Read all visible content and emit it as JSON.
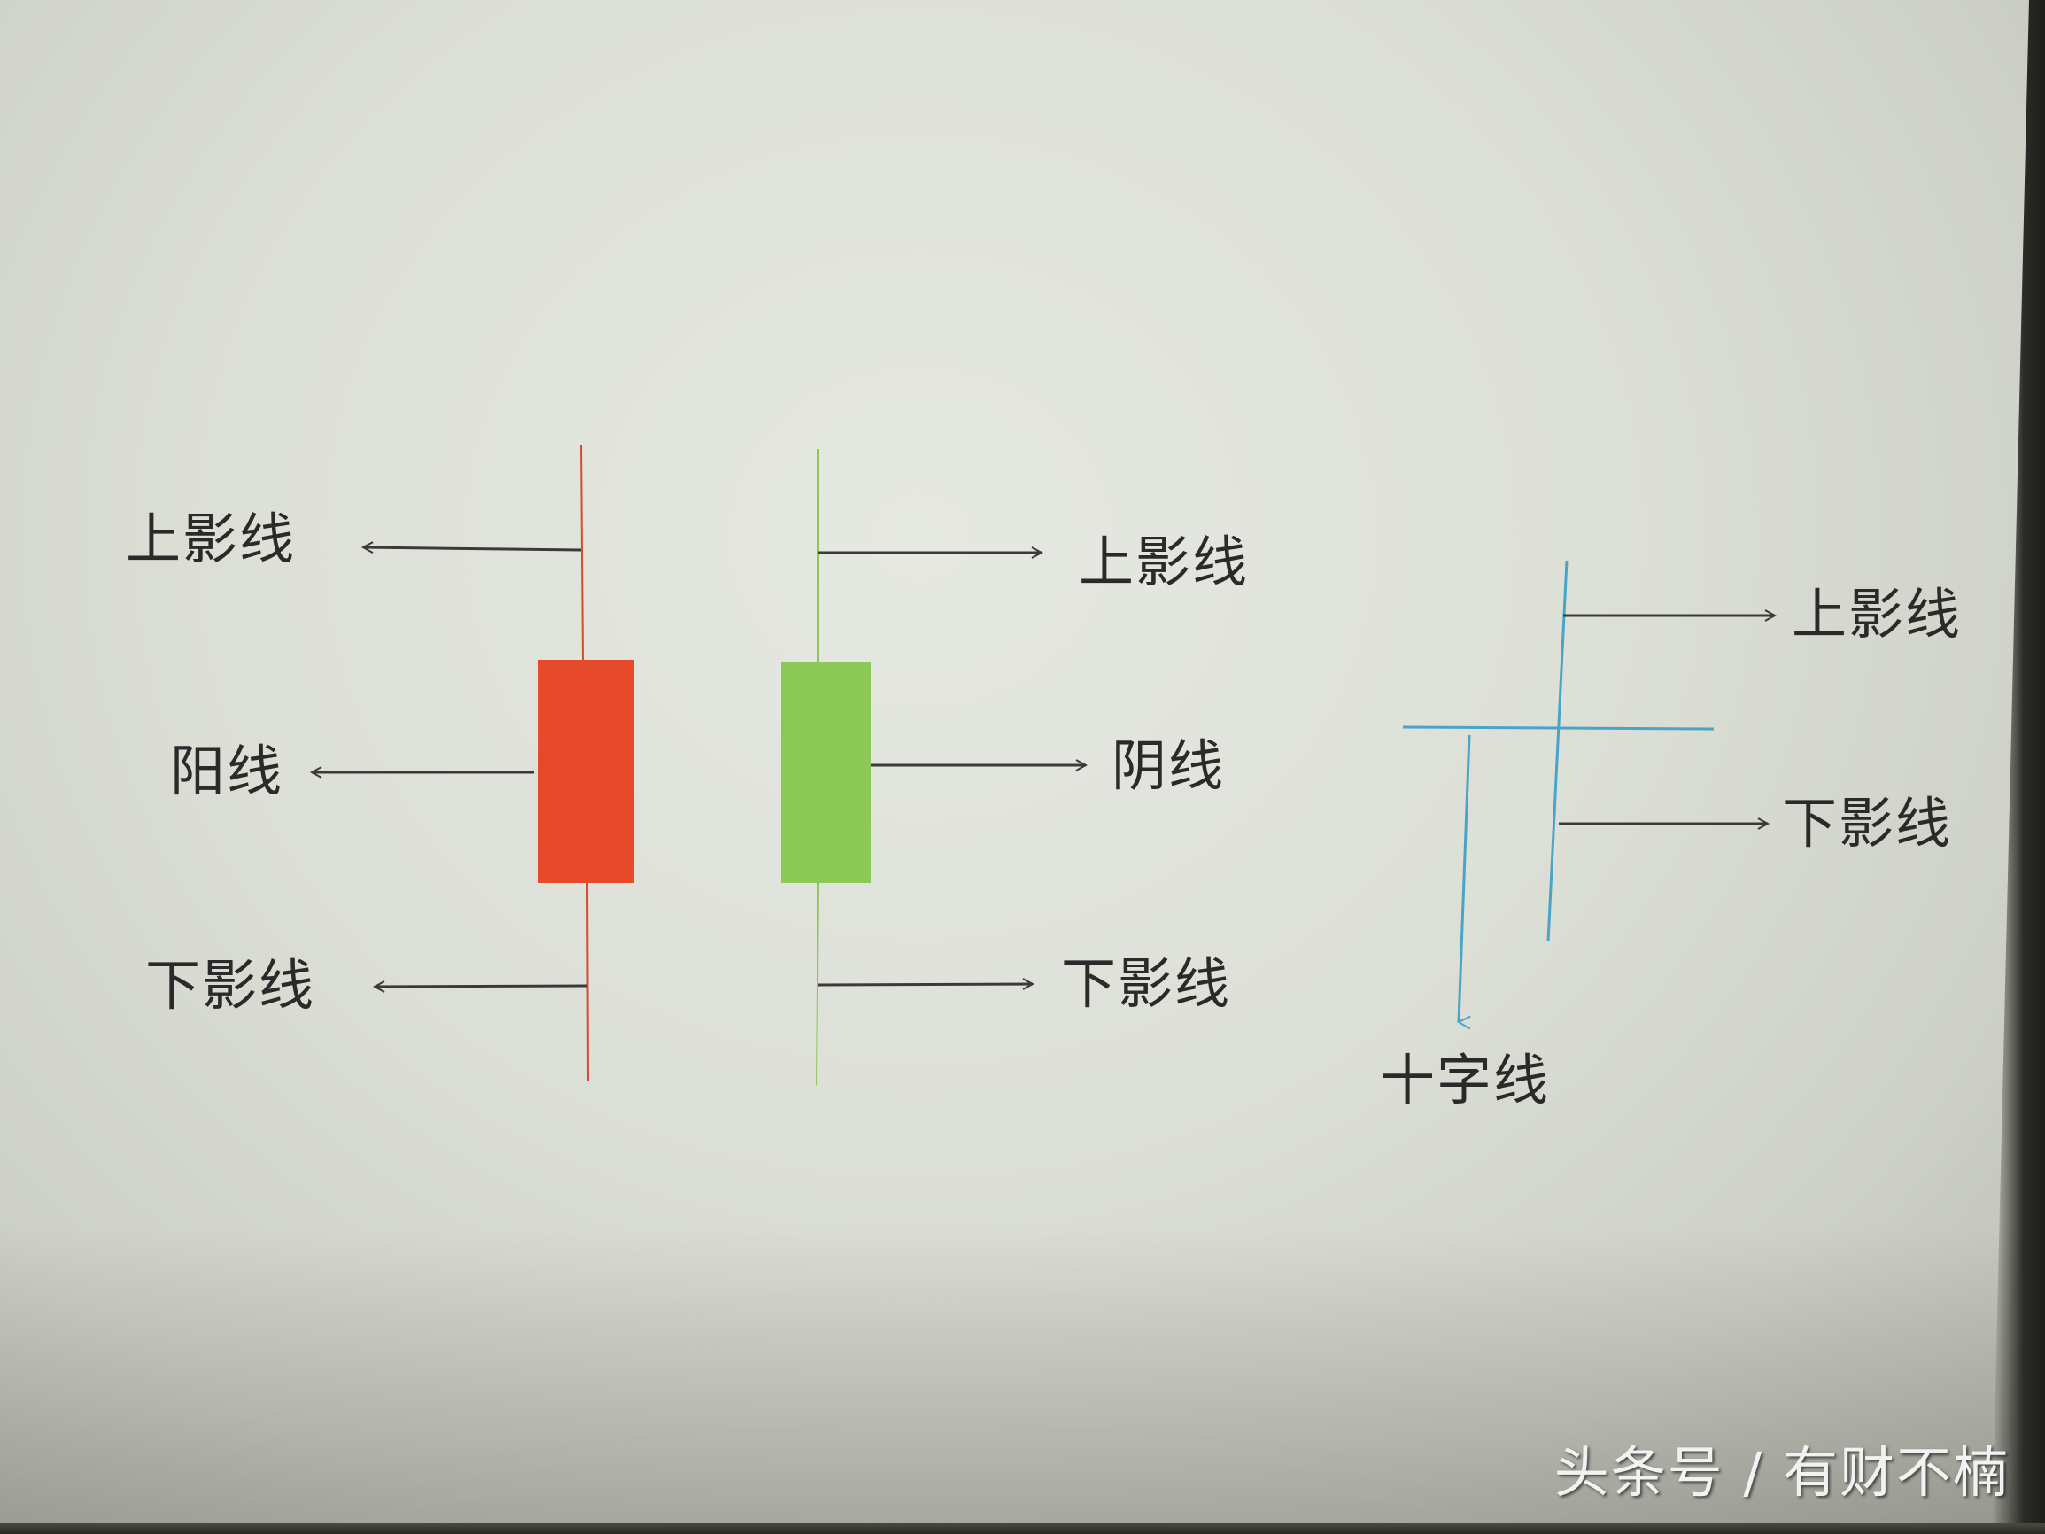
{
  "diagram": {
    "title": "",
    "colors": {
      "yang_body": "#e64a2a",
      "yang_wick": "#d84a32",
      "yin_body": "#8cc855",
      "yin_wick": "#8cc855",
      "doji_line": "#4aa3c8",
      "arrow": "#3a3a3a",
      "text": "#2a2a2a"
    },
    "candles": [
      {
        "name": "yang-candle",
        "type": "bullish",
        "labels": {
          "upper_shadow": "上影线",
          "body": "阳线",
          "lower_shadow": "下影线"
        }
      },
      {
        "name": "yin-candle",
        "type": "bearish",
        "labels": {
          "upper_shadow": "上影线",
          "body": "阴线",
          "lower_shadow": "下影线"
        }
      },
      {
        "name": "doji-candle",
        "type": "doji",
        "labels": {
          "upper_shadow": "上影线",
          "lower_shadow": "下影线",
          "body": "十字线"
        }
      }
    ]
  },
  "watermark": {
    "text": "头条号 / 有财不楠"
  }
}
